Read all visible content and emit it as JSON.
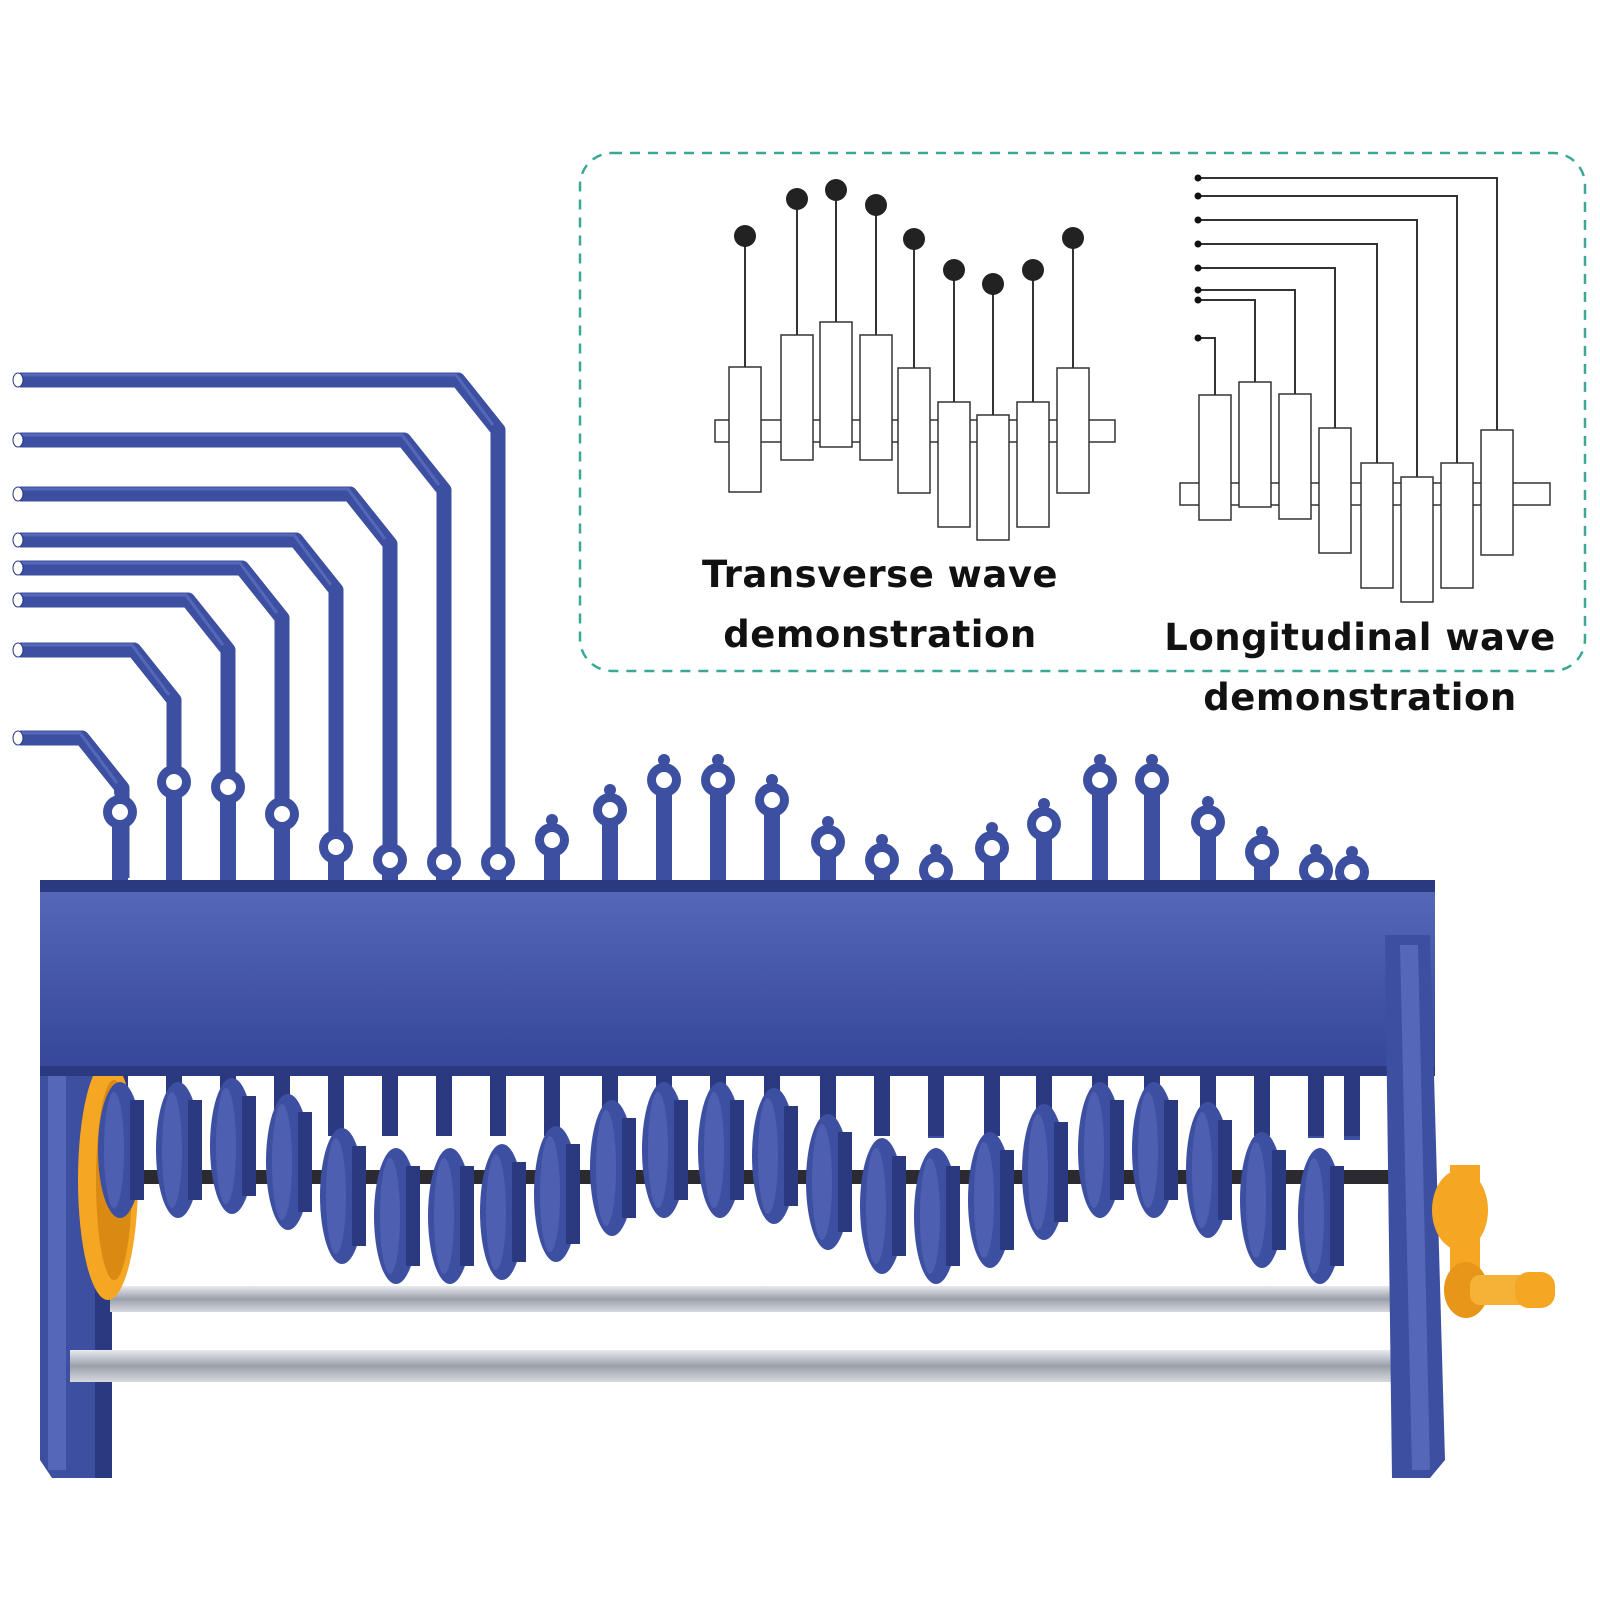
{
  "captions": {
    "transverse": [
      "Transverse wave",
      "demonstration"
    ],
    "longitudinal": [
      "Longitudinal wave",
      "demonstration"
    ]
  },
  "colors": {
    "rod_blue": "#3d4fa0",
    "rod_blue_dark": "#2b3a80",
    "rod_blue_light": "#5567b8",
    "gear_orange": "#f5a623",
    "steel": "#b8bcc4",
    "frame_dashed": "#3aa894",
    "diagram_line": "#333333"
  },
  "objects": {
    "wave_machine": "blue transverse/longitudinal wave demonstration apparatus with hand crank",
    "crank_icon": "orange hand crank",
    "gear_icon": "orange gear"
  }
}
